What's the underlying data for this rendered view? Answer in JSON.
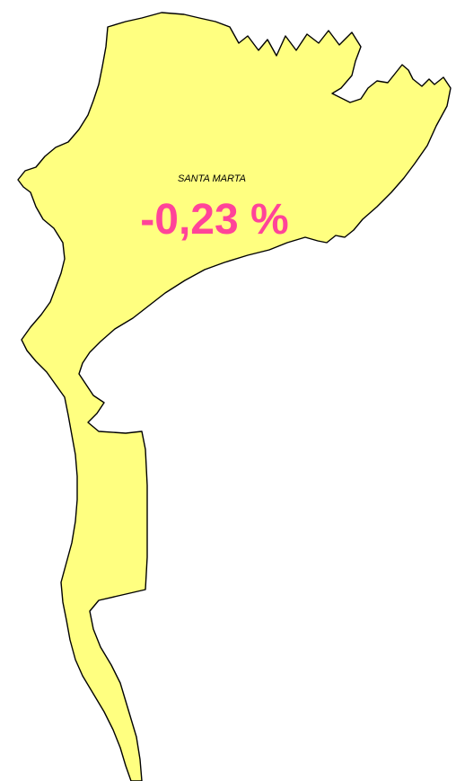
{
  "map": {
    "region": {
      "name": "SANTA MARTA",
      "value_label": "-0,23 %",
      "value": -0.23,
      "fill_color": "#ffff80",
      "outline_color": "#000000",
      "value_color": "#ff4499"
    }
  }
}
